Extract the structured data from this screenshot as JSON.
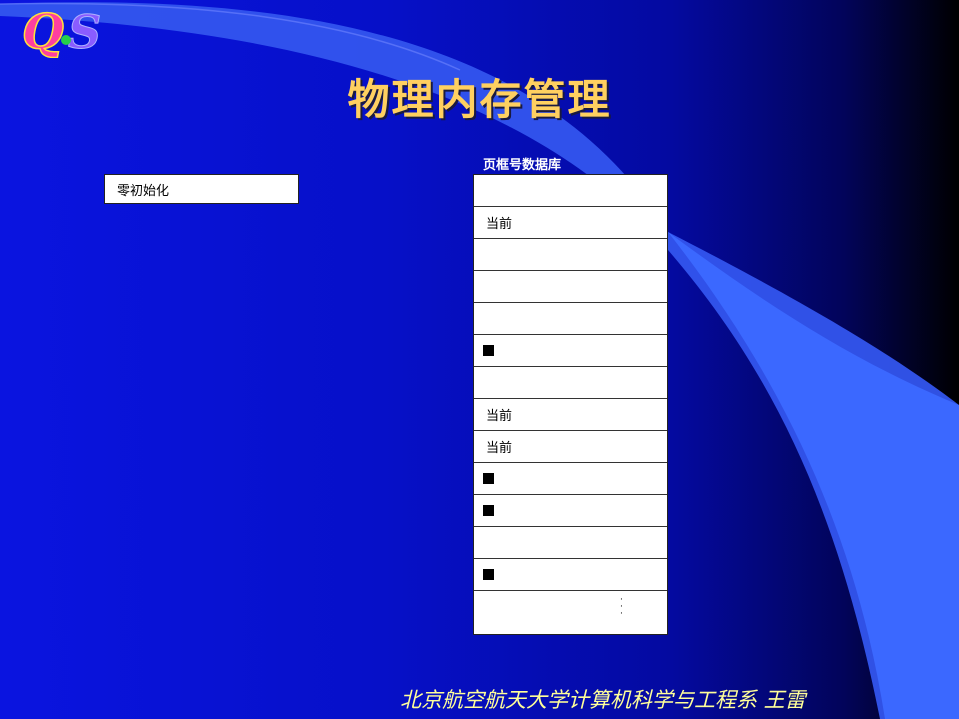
{
  "logo": {
    "text": "QS"
  },
  "slide": {
    "title": "物理内存管理"
  },
  "zero_init": {
    "label": "零初始化"
  },
  "frame_db": {
    "label": "页框号数据库",
    "rows": [
      "",
      "当前",
      "",
      "",
      "",
      "■",
      "",
      "当前",
      "当前",
      "■",
      "■",
      "",
      "■"
    ],
    "ellipsis": "⋮"
  },
  "footer": {
    "text": "北京航空航天大学计算机科学与工程系   王雷"
  }
}
